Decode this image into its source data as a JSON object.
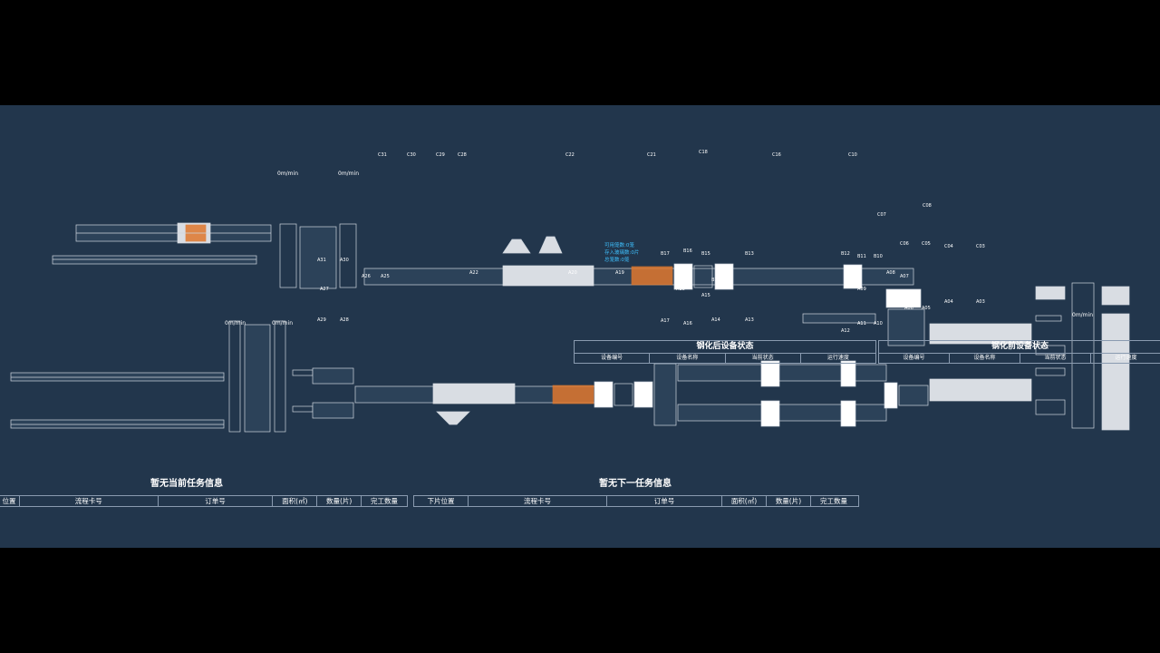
{
  "colors": {
    "background": "#22364c",
    "frame": "#000000",
    "equipment": "#d9dde3",
    "accent_orange": "#e0782e",
    "info_blue": "#3fc1ff"
  },
  "speeds": [
    "0m/min",
    "0m/min",
    "0m/min",
    "0m/min",
    "0m/min"
  ],
  "line_c": [
    "C31",
    "C30",
    "C29",
    "C28",
    "C22",
    "C21",
    "C18",
    "C16",
    "C10",
    "C08",
    "C07",
    "C06",
    "C05",
    "C04",
    "C03"
  ],
  "line_a": [
    "A31",
    "A30",
    "A27",
    "A29",
    "A28",
    "A26",
    "A25",
    "A22",
    "A20",
    "A19",
    "A18",
    "A17",
    "A16",
    "A15",
    "A14",
    "A13",
    "A12",
    "A11",
    "A10",
    "A09",
    "A08",
    "A07",
    "A06",
    "A05",
    "A04",
    "A03"
  ],
  "line_b": [
    "B17",
    "B16",
    "B15",
    "B14",
    "B13",
    "B12",
    "B11",
    "B10"
  ],
  "storage_info": [
    "可用笼数:0笼",
    "存入玻璃数:0片",
    "总笼数:0笼"
  ],
  "after_panel": {
    "title": "钢化后设备状态",
    "columns": [
      "设备编号",
      "设备名称",
      "当前状态",
      "运行速度"
    ]
  },
  "before_panel": {
    "title": "钢化前设备状态",
    "columns": [
      "设备编号",
      "设备名称",
      "当前状态",
      "运行速度"
    ]
  },
  "current_task": {
    "title": "暂无当前任务信息",
    "columns": [
      "位置",
      "流程卡号",
      "订单号",
      "面积(㎡)",
      "数量(片)",
      "完工数量"
    ]
  },
  "next_task": {
    "title": "暂无下一任务信息",
    "columns": [
      "下片位置",
      "流程卡号",
      "订单号",
      "面积(㎡)",
      "数量(片)",
      "完工数量"
    ]
  }
}
